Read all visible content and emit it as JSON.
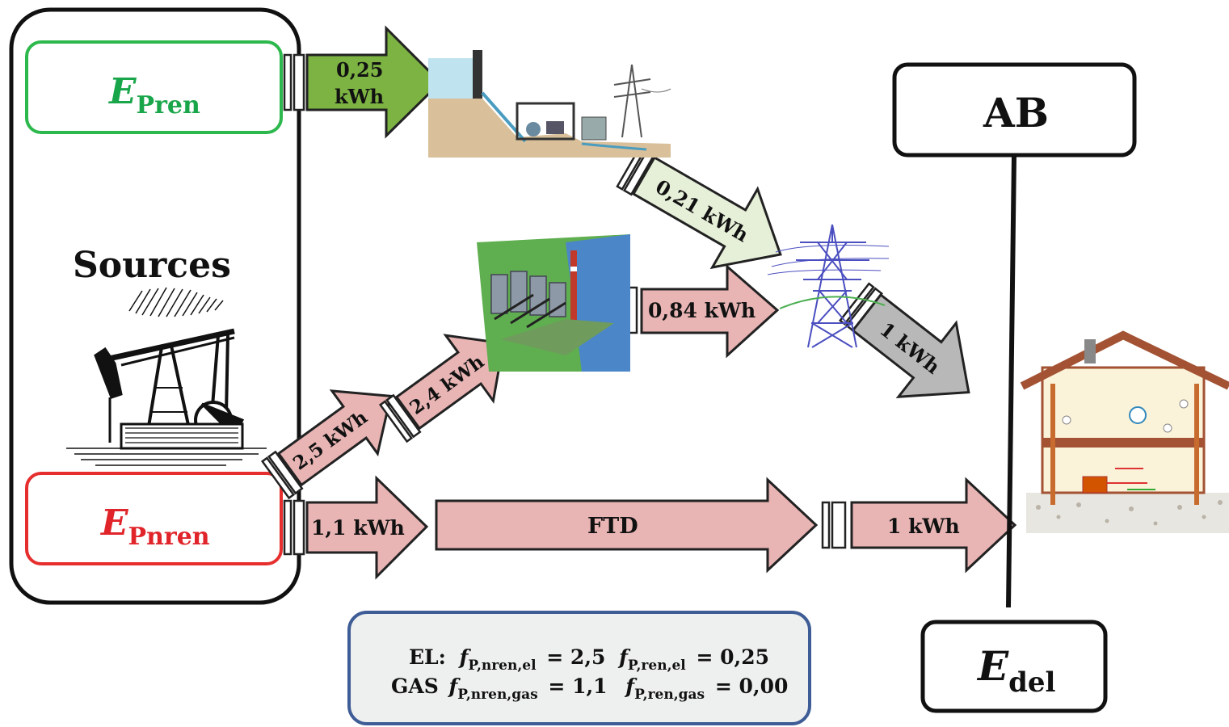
{
  "sources": {
    "title": "Sources",
    "renewable": {
      "symbol": "E",
      "subscript": "Pren",
      "color": "#19a64a"
    },
    "non_renewable": {
      "symbol": "E",
      "subscript": "Pnren",
      "color": "#e0242a"
    }
  },
  "flows": {
    "ren_in": "0,25 kWh",
    "hydro_out": "0,21 kWh",
    "nren_to_el_1": "2,5 kWh",
    "nren_to_el_2": "2,4 kWh",
    "thermal_out": "0,84 kWh",
    "grid_out": "1 kWh",
    "gas_in": "1,1 kWh",
    "ftd": "FTD",
    "gas_out": "1 kWh"
  },
  "boundary": {
    "label": "AB"
  },
  "delivered": {
    "symbol": "E",
    "subscript": "del"
  },
  "factors": {
    "el_prefix": "EL:",
    "el_nren_sub": "P,nren,el",
    "el_nren_val": "= 2,5",
    "el_ren_sub": "P,ren,el",
    "el_ren_val": "= 0,25",
    "gas_prefix": "GAS",
    "gas_nren_sub": "P,nren,gas",
    "gas_nren_val": "= 1,1",
    "gas_ren_sub": "P,ren,gas",
    "gas_ren_val": "= 0,00",
    "f_symbol": "f"
  },
  "colors": {
    "green_arrow": "#7cb342",
    "light_green_arrow": "#e6efd8",
    "pink_arrow": "#e8b4b4",
    "grey_arrow": "#b8b8b8",
    "factor_box_border": "#3e5c95",
    "factor_box_fill": "#eef0ef"
  }
}
